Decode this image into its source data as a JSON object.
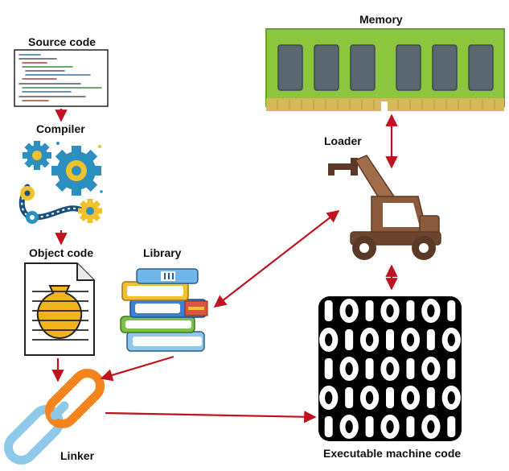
{
  "labels": {
    "source_code": "Source code",
    "compiler": "Compiler",
    "object_code": "Object code",
    "library": "Library",
    "linker": "Linker",
    "memory": "Memory",
    "loader": "Loader",
    "executable": "Executable machine code"
  },
  "colors": {
    "arrow": "#c1121f",
    "memory_board": "#8cc63f",
    "memory_chip": "#5b6770",
    "loader_body": "#8b5a3c",
    "gear_blue": "#2b8fc0",
    "gear_yellow": "#f2c12e",
    "link_orange": "#f5841f",
    "link_blue": "#8ec9ea",
    "binary_bg": "#000000"
  },
  "icons": [
    "source-code-icon",
    "gears-icon",
    "document-vase-icon",
    "books-icon",
    "chain-link-icon",
    "memory-module-icon",
    "telehandler-loader-icon",
    "binary-code-icon"
  ],
  "binary_pattern": [
    "1O1O1O1",
    "O1O1O1O",
    "1O1O1O1",
    "O1O1O1O",
    "1O1O1O1"
  ]
}
